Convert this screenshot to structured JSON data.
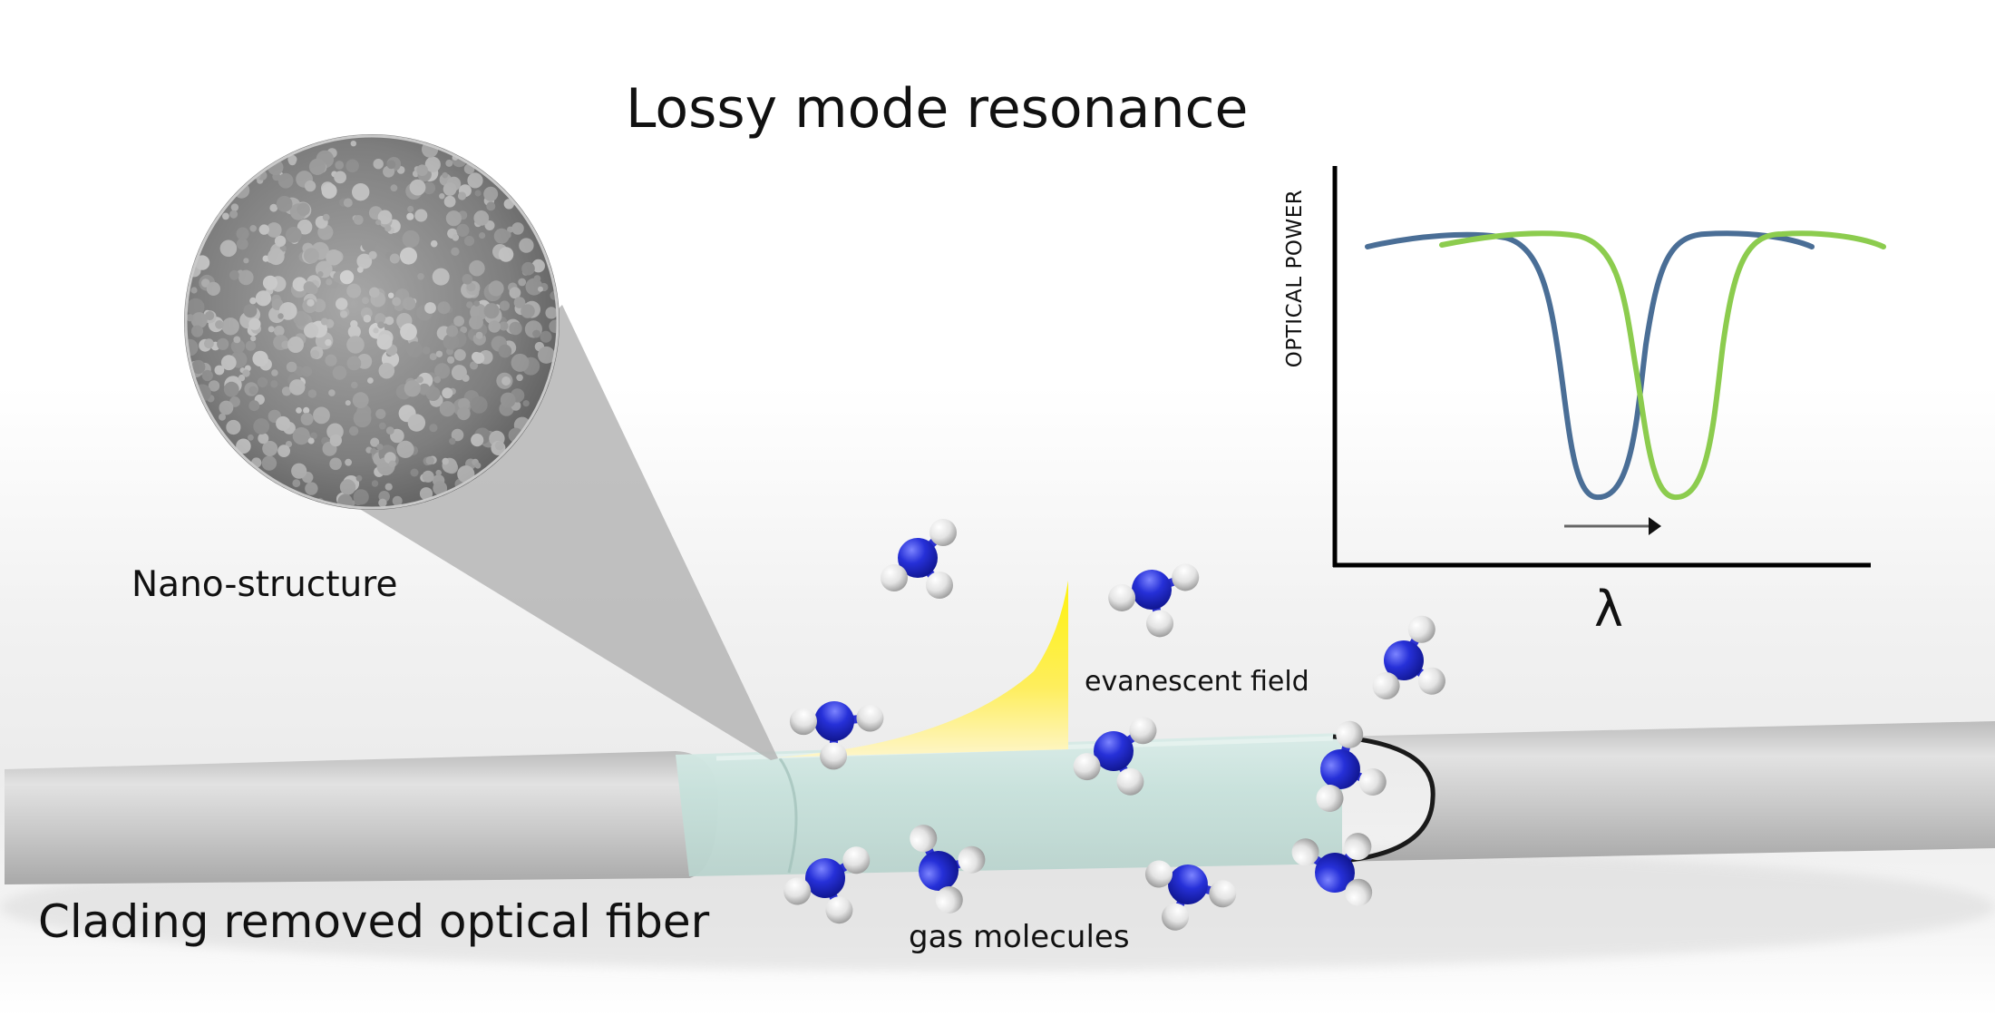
{
  "title": "Lossy mode resonance",
  "labels": {
    "nano_structure": "Nano-structure",
    "fiber": "Clading removed optical fiber",
    "evanescent": "evanescent field",
    "gas": "gas molecules"
  },
  "chart_data": {
    "type": "line",
    "ylabel": "OPTICAL POWER",
    "xlabel": "λ",
    "series": [
      {
        "color": "#4a6e96",
        "shape": "resonance dip",
        "role": "initial"
      },
      {
        "color": "#8ccc4e",
        "shape": "resonance dip",
        "role": "shifted"
      }
    ],
    "annotation": "arrow indicating red-shift of resonance wavelength",
    "grid": false
  },
  "colors": {
    "molecule_center": "#2a2fd0",
    "molecule_outer": "#e6e6e6",
    "evanescent_field": "#ffef1a",
    "fiber_jacket": "#d2d2d2",
    "fiber_core": "#cfe5e0"
  }
}
